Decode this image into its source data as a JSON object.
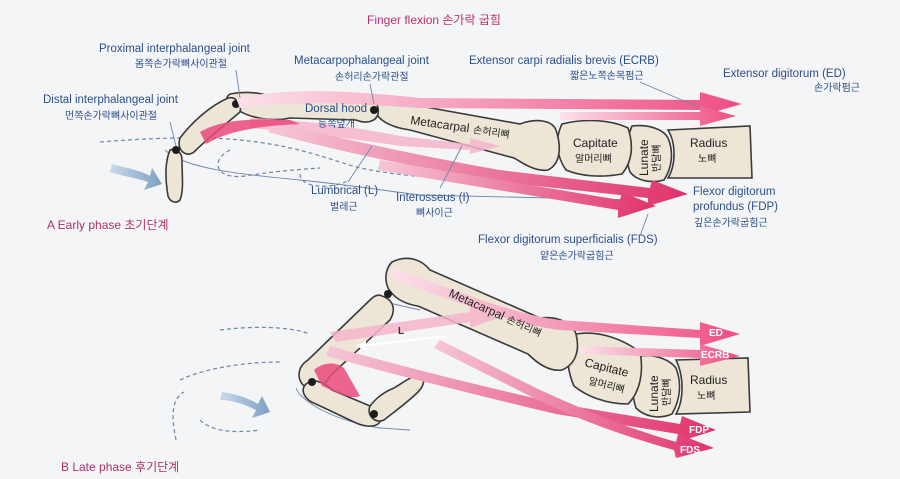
{
  "title": "Finger flexion 손가락 굽힘",
  "phase_a": "A Early phase 초기단계",
  "phase_b": "B Late phase 후기단계",
  "labels_a": {
    "pip_en": "Proximal interphalangeal joint",
    "pip_ko": "몸쪽손가락뼈사이관절",
    "mcp_en": "Metacarpophalangeal joint",
    "mcp_ko": "손허리손가락관절",
    "dip_en": "Distal interphalangeal joint",
    "dip_ko": "먼쪽손가락뼈사이관절",
    "ecrb_en": "Extensor carpi radialis brevis (ECRB)",
    "ecrb_ko": "짧은노쪽손목펌근",
    "ed_en": "Extensor digitorum (ED)",
    "ed_ko": "손가락펌근",
    "hood_en": "Dorsal hood",
    "hood_ko": "등쪽덮개",
    "lum_en": "Lumbrical (L)",
    "lum_ko": "벌레근",
    "int_en": "Interosseus (I)",
    "int_ko": "뼈사이근",
    "fdp_en1": "Flexor digitorum",
    "fdp_en2": "profundus (FDP)",
    "fdp_ko": "깊은손가락굽힘근",
    "fds_en": "Flexor digitorum superficialis (FDS)",
    "fds_ko": "얕은손가락굽힘근"
  },
  "bones": {
    "metacarpal_en": "Metacarpal",
    "metacarpal_ko": "손허리뼈",
    "capitate_en": "Capitate",
    "capitate_ko": "알머리뼈",
    "lunate_en": "Lunate",
    "lunate_ko": "반달뼈",
    "radius_en": "Radius",
    "radius_ko": "노뼈"
  },
  "arrows_b": {
    "ed": "ED",
    "ecrb": "ECRB",
    "fdp": "FDP",
    "fds": "FDS",
    "l": "L"
  },
  "colors": {
    "flexor": "#e23a6e",
    "extensor": "#f06a96",
    "light_tendon": "#f6b4cd",
    "bone": "#ede6d6"
  }
}
